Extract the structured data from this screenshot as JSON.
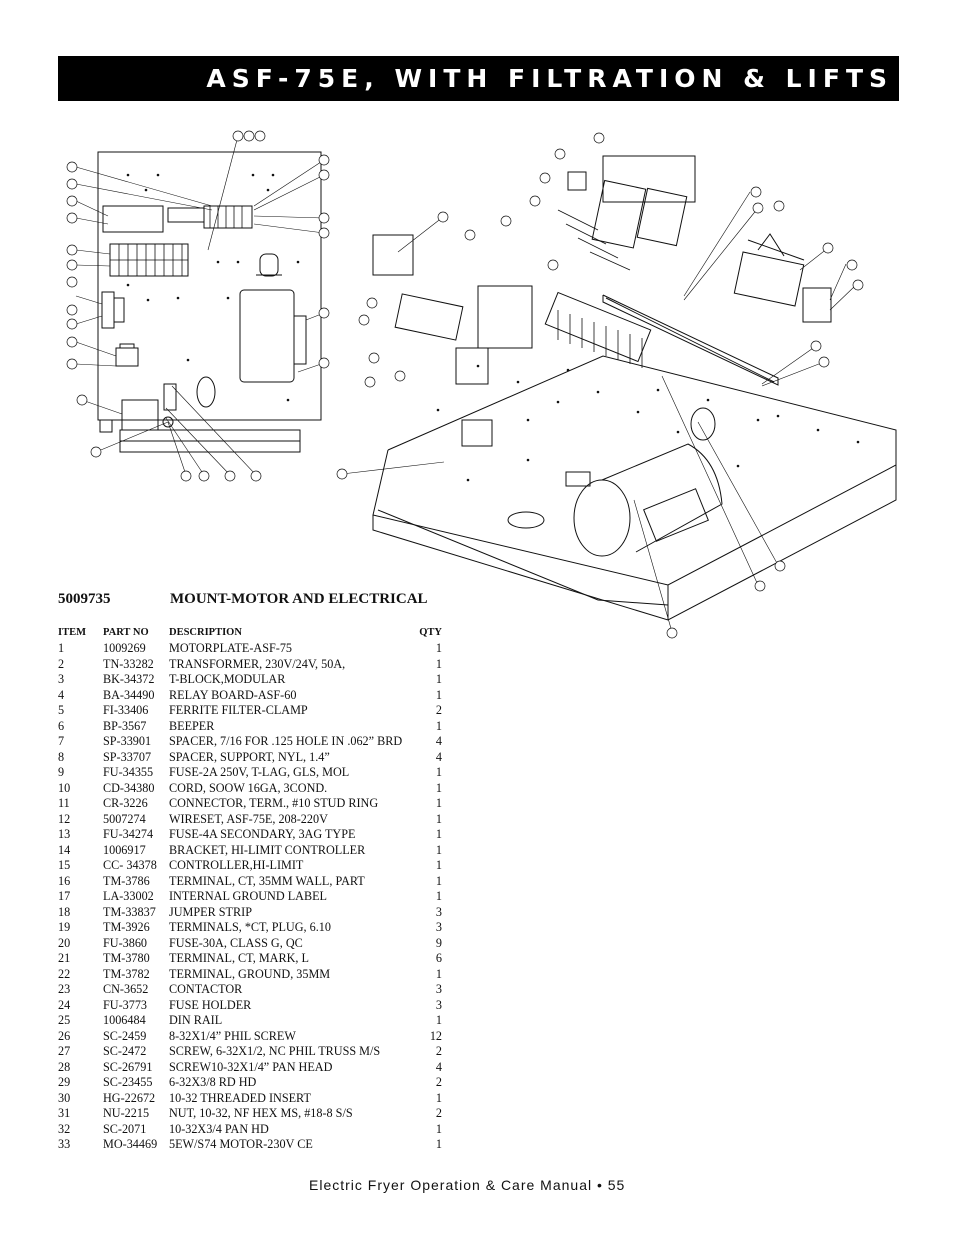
{
  "header": {
    "title": "ASF-75E, WITH FILTRATION & LIFTS"
  },
  "assembly": {
    "number": "5009735",
    "title": "MOUNT-MOTOR AND ELECTRICAL"
  },
  "table": {
    "headers": {
      "item": "ITEM",
      "part": "PART NO",
      "desc": "DESCRIPTION",
      "qty": "QTY"
    },
    "rows": [
      {
        "item": "1",
        "part": "1009269",
        "desc": "MOTORPLATE-ASF-75",
        "qty": "1"
      },
      {
        "item": "2",
        "part": "TN-33282",
        "desc": "TRANSFORMER, 230V/24V, 50A,",
        "qty": "1"
      },
      {
        "item": "3",
        "part": "BK-34372",
        "desc": "T-BLOCK,MODULAR",
        "qty": "1"
      },
      {
        "item": "4",
        "part": "BA-34490",
        "desc": "RELAY BOARD-ASF-60",
        "qty": "1"
      },
      {
        "item": "5",
        "part": "FI-33406",
        "desc": "FERRITE FILTER-CLAMP",
        "qty": "2"
      },
      {
        "item": "6",
        "part": "BP-3567",
        "desc": "BEEPER",
        "qty": "1"
      },
      {
        "item": "7",
        "part": "SP-33901",
        "desc": "SPACER, 7/16 FOR .125 HOLE IN .062” BRD",
        "qty": "4"
      },
      {
        "item": "8",
        "part": "SP-33707",
        "desc": "SPACER, SUPPORT, NYL, 1.4”",
        "qty": "4"
      },
      {
        "item": "9",
        "part": "FU-34355",
        "desc": "FUSE-2A 250V, T-LAG, GLS, MOL",
        "qty": "1"
      },
      {
        "item": "10",
        "part": "CD-34380",
        "desc": "CORD, SOOW 16GA, 3COND.",
        "qty": "1"
      },
      {
        "item": "11",
        "part": "CR-3226",
        "desc": "CONNECTOR, TERM., #10 STUD RING",
        "qty": "1"
      },
      {
        "item": "12",
        "part": "5007274",
        "desc": "WIRESET, ASF-75E, 208-220V",
        "qty": "1"
      },
      {
        "item": "13",
        "part": "FU-34274",
        "desc": "FUSE-4A SECONDARY, 3AG TYPE",
        "qty": "1"
      },
      {
        "item": "14",
        "part": "1006917",
        "desc": "BRACKET, HI-LIMIT CONTROLLER",
        "qty": "1"
      },
      {
        "item": "15",
        "part": "CC- 34378",
        "desc": "CONTROLLER,HI-LIMIT",
        "qty": "1"
      },
      {
        "item": "16",
        "part": "TM-3786",
        "desc": "TERMINAL, CT, 35MM WALL, PART",
        "qty": "1"
      },
      {
        "item": "17",
        "part": "LA-33002",
        "desc": "INTERNAL GROUND LABEL",
        "qty": "1"
      },
      {
        "item": "18",
        "part": "TM-33837",
        "desc": "JUMPER STRIP",
        "qty": "3"
      },
      {
        "item": "19",
        "part": "TM-3926",
        "desc": "TERMINALS, *CT, PLUG, 6.10",
        "qty": "3"
      },
      {
        "item": "20",
        "part": "FU-3860",
        "desc": "FUSE-30A, CLASS G, QC",
        "qty": "9"
      },
      {
        "item": "21",
        "part": "TM-3780",
        "desc": "TERMINAL, CT, MARK, L",
        "qty": "6"
      },
      {
        "item": "22",
        "part": "TM-3782",
        "desc": "TERMINAL, GROUND, 35MM",
        "qty": "1"
      },
      {
        "item": "23",
        "part": "CN-3652",
        "desc": "CONTACTOR",
        "qty": "3"
      },
      {
        "item": "24",
        "part": "FU-3773",
        "desc": "FUSE HOLDER",
        "qty": "3"
      },
      {
        "item": "25",
        "part": "1006484",
        "desc": "DIN RAIL",
        "qty": "1"
      },
      {
        "item": "26",
        "part": "SC-2459",
        "desc": "8-32X1/4” PHIL SCREW",
        "qty": "12"
      },
      {
        "item": "27",
        "part": "SC-2472",
        "desc": "SCREW, 6-32X1/2, NC PHIL TRUSS M/S",
        "qty": "2"
      },
      {
        "item": "28",
        "part": "SC-26791",
        "desc": "SCREW10-32X1/4” PAN HEAD",
        "qty": "4"
      },
      {
        "item": "29",
        "part": "SC-23455",
        "desc": "6-32X3/8 RD HD",
        "qty": "2"
      },
      {
        "item": "30",
        "part": "HG-22672",
        "desc": "10-32 THREADED INSERT",
        "qty": "1"
      },
      {
        "item": "31",
        "part": "NU-2215",
        "desc": "NUT, 10-32, NF HEX MS, #18-8 S/S",
        "qty": "2"
      },
      {
        "item": "32",
        "part": "SC-2071",
        "desc": "10-32X3/4 PAN HD",
        "qty": "1"
      },
      {
        "item": "33",
        "part": "MO-34469",
        "desc": "5EW/S74 MOTOR-230V CE",
        "qty": "1"
      }
    ]
  },
  "footer": {
    "text": "Electric Fryer Operation & Care Manual • 55"
  }
}
